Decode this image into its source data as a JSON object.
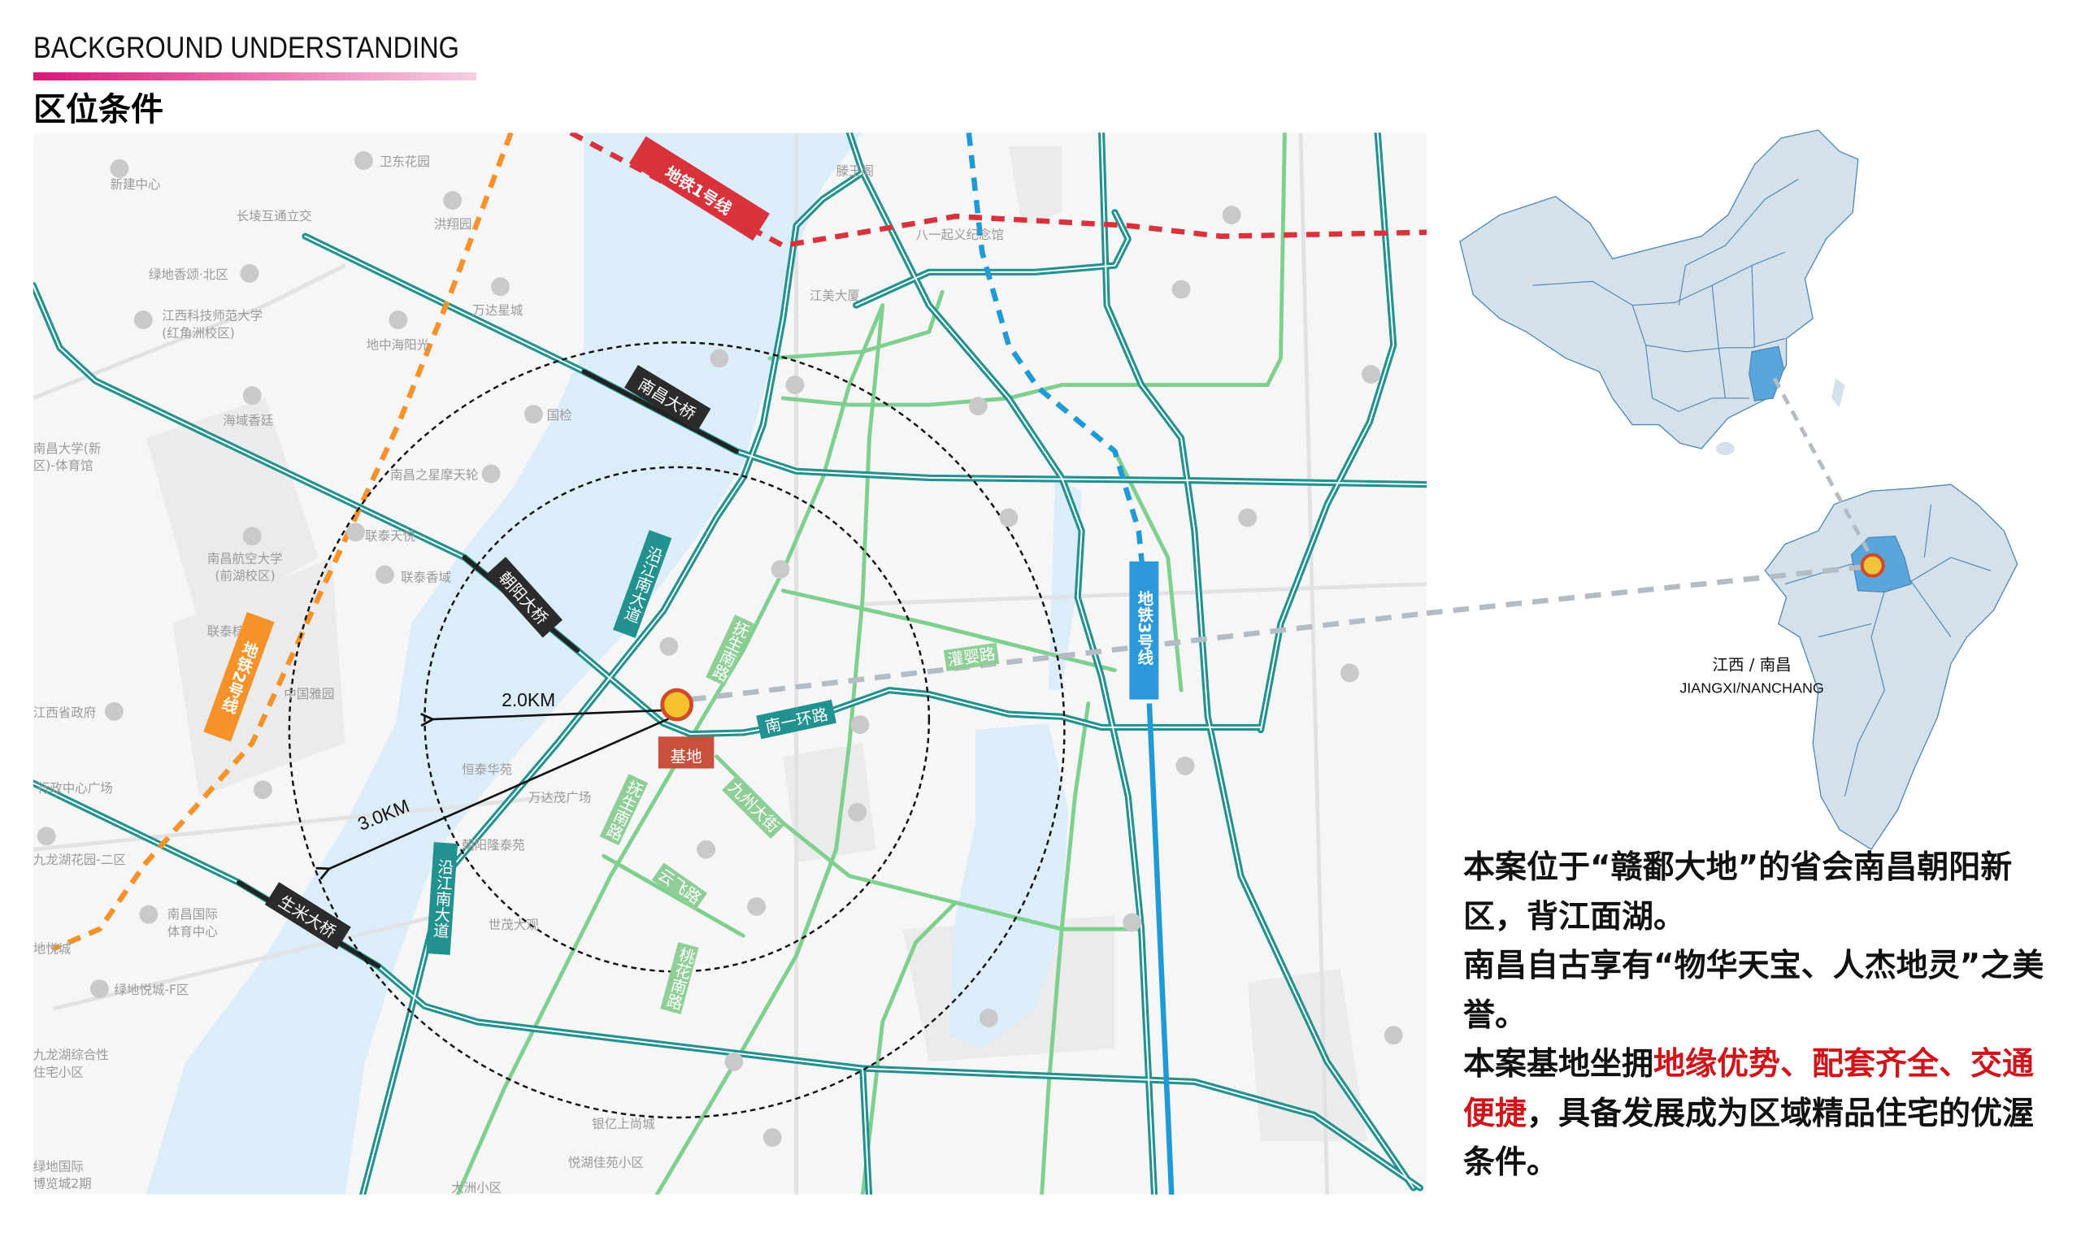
{
  "header": {
    "title_en": "BACKGROUND UNDERSTANDING",
    "title_cn": "区位条件",
    "accent_color": "#e0137b"
  },
  "map": {
    "metro_lines": [
      "地铁1号线",
      "地铁2号线",
      "地铁3号线"
    ],
    "metro_colors": [
      "#d8323c",
      "#f7922a",
      "#1f9ad6"
    ],
    "bridges": [
      "南昌大桥",
      "朝阳大桥",
      "生米大桥"
    ],
    "roads": {
      "yanjiang_upper": "沿江南大道",
      "yanjiang_lower": "沿江南大道",
      "nanyihuan": "南一环路",
      "guanying": "灌婴路",
      "fusheng_upper": "抚生南路",
      "fusheng_lower": "抚生南路",
      "jiuzhou": "九州大街",
      "yunfei": "云飞路",
      "taohua": "桃花南路"
    },
    "site_label": "基地",
    "radius_inner": "2.0KM",
    "radius_outer": "3.0KM",
    "pois": [
      "卫东花园",
      "新建中心",
      "长堎互通立交",
      "洪翔园",
      "绿地香颂·北区",
      "江西科技师范大学",
      "(红角洲校区)",
      "万达星城",
      "地中海阳光",
      "海域香廷",
      "南昌大学(新",
      "区)-体育馆",
      "南昌之星摩天轮",
      "国检",
      "联泰天悦",
      "南昌航空大学",
      "(前湖校区)",
      "联泰香域",
      "联泰棕榈园",
      "江西省政府",
      "中国雅园",
      "行政中心广场",
      "九龙湖花园-二区",
      "南昌国际",
      "体育中心",
      "绿地悦城-F区",
      "九龙湖综合性",
      "住宅小区",
      "绿地国际",
      "博览城2期",
      "恒泰华苑",
      "万达茂广场",
      "朝阳隆泰苑",
      "世茂大观",
      "银亿上尚城",
      "悦湖佳苑小区",
      "大洲小区",
      "江美大厦",
      "滕王阁",
      "八一起义纪念馆",
      "地悦城"
    ]
  },
  "inset": {
    "label_cn": "江西 / 南昌",
    "label_en": "JIANGXI/NANCHANG",
    "highlight_color": "#5aa6dc",
    "land_color": "#d5e1ea"
  },
  "description": {
    "line1": "本案位于“赣鄱大地”的省会南昌朝阳新区，背江面湖。",
    "line2": "南昌自古享有“物华天宝、人杰地灵”之美誉。",
    "line3_prefix": "本案基地坐拥",
    "line3_highlight": "地缘优势、配套齐全、交通便捷",
    "line3_suffix": "，具备发展成为区域精品住宅的优渥条件。"
  }
}
